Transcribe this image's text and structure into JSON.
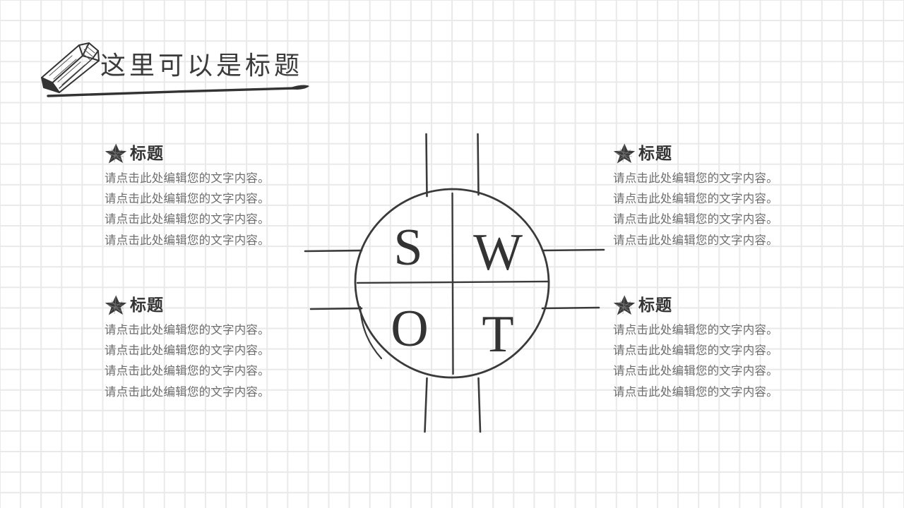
{
  "slide": {
    "background": "#ffffff",
    "grid_color": "#e9e9e9",
    "ink_color": "#3b3b3b"
  },
  "header": {
    "title": "这里可以是标题",
    "pencil_icon": "pencil-icon",
    "underline_icon": "hand-drawn-underline"
  },
  "center": {
    "name": "swot-circle",
    "quadrants": [
      {
        "key": "S",
        "position": "top-left"
      },
      {
        "key": "W",
        "position": "top-right"
      },
      {
        "key": "O",
        "position": "bottom-left"
      },
      {
        "key": "T",
        "position": "bottom-right"
      }
    ],
    "letters": {
      "s": "S",
      "w": "W",
      "o": "O",
      "t": "T"
    }
  },
  "blocks": [
    {
      "id": "top-left",
      "star_icon": "star-icon",
      "title": "标题",
      "lines": [
        "请点击此处编辑您的文字内容。",
        "请点击此处编辑您的文字内容。",
        "请点击此处编辑您的文字内容。",
        "请点击此处编辑您的文字内容。"
      ]
    },
    {
      "id": "bottom-left",
      "star_icon": "star-icon",
      "title": "标题",
      "lines": [
        "请点击此处编辑您的文字内容。",
        "请点击此处编辑您的文字内容。",
        "请点击此处编辑您的文字内容。",
        "请点击此处编辑您的文字内容。"
      ]
    },
    {
      "id": "top-right",
      "star_icon": "star-icon",
      "title": "标题",
      "lines": [
        "请点击此处编辑您的文字内容。",
        "请点击此处编辑您的文字内容。",
        "请点击此处编辑您的文字内容。",
        "请点击此处编辑您的文字内容。"
      ]
    },
    {
      "id": "bottom-right",
      "star_icon": "star-icon",
      "title": "标题",
      "lines": [
        "请点击此处编辑您的文字内容。",
        "请点击此处编辑您的文字内容。",
        "请点击此处编辑您的文字内容。",
        "请点击此处编辑您的文字内容。"
      ]
    }
  ]
}
